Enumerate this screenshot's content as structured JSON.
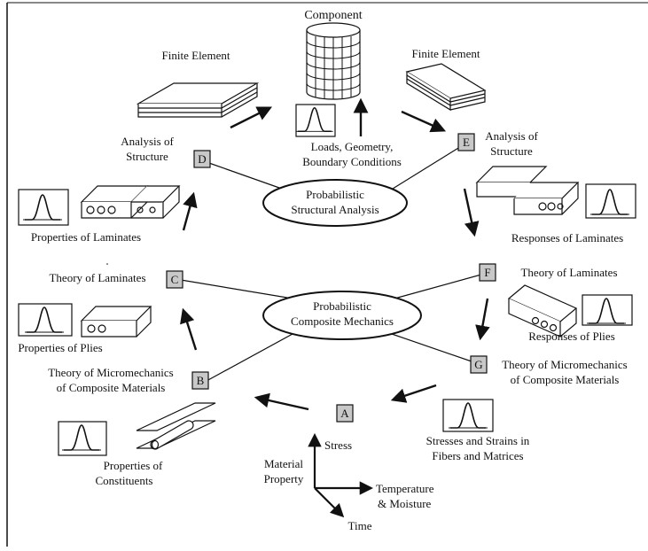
{
  "center": {
    "top": {
      "line1": "Probabilistic",
      "line2": "Structural Analysis"
    },
    "bottom": {
      "line1": "Probabilistic",
      "line2": "Composite Mechanics"
    }
  },
  "nodes": {
    "A": "A",
    "B": "B",
    "C": "C",
    "D": "D",
    "E": "E",
    "F": "F",
    "G": "G"
  },
  "labels": {
    "component": "Component",
    "finite_element_left": "Finite Element",
    "finite_element_right": "Finite Element",
    "loads_line1": "Loads, Geometry,",
    "loads_line2": "Boundary Conditions",
    "analysis_left_line1": "Analysis of",
    "analysis_left_line2": "Structure",
    "analysis_right_line1": "Analysis of",
    "analysis_right_line2": "Structure",
    "properties_laminates": "Properties of Laminates",
    "responses_laminates": "Responses of Laminates",
    "theory_laminates_left": "Theory of Laminates",
    "theory_laminates_right": "Theory of Laminates",
    "properties_plies": "Properties of Plies",
    "responses_plies": "Responses of Plies",
    "micro_left_line1": "Theory of Micromechanics",
    "micro_left_line2": "of Composite Materials",
    "micro_right_line1": "Theory of Micromechanics",
    "micro_right_line2": "of Composite Materials",
    "constituents_line1": "Properties    of",
    "constituents_line2": "Constituents",
    "stresses_line1": "Stresses and Strains in",
    "stresses_line2": "Fibers and Matrices",
    "stress": "Stress",
    "material_line1": "Material",
    "material_line2": "Property",
    "temp_line1": "Temperature",
    "temp_line2": "& Moisture",
    "time": "Time"
  }
}
